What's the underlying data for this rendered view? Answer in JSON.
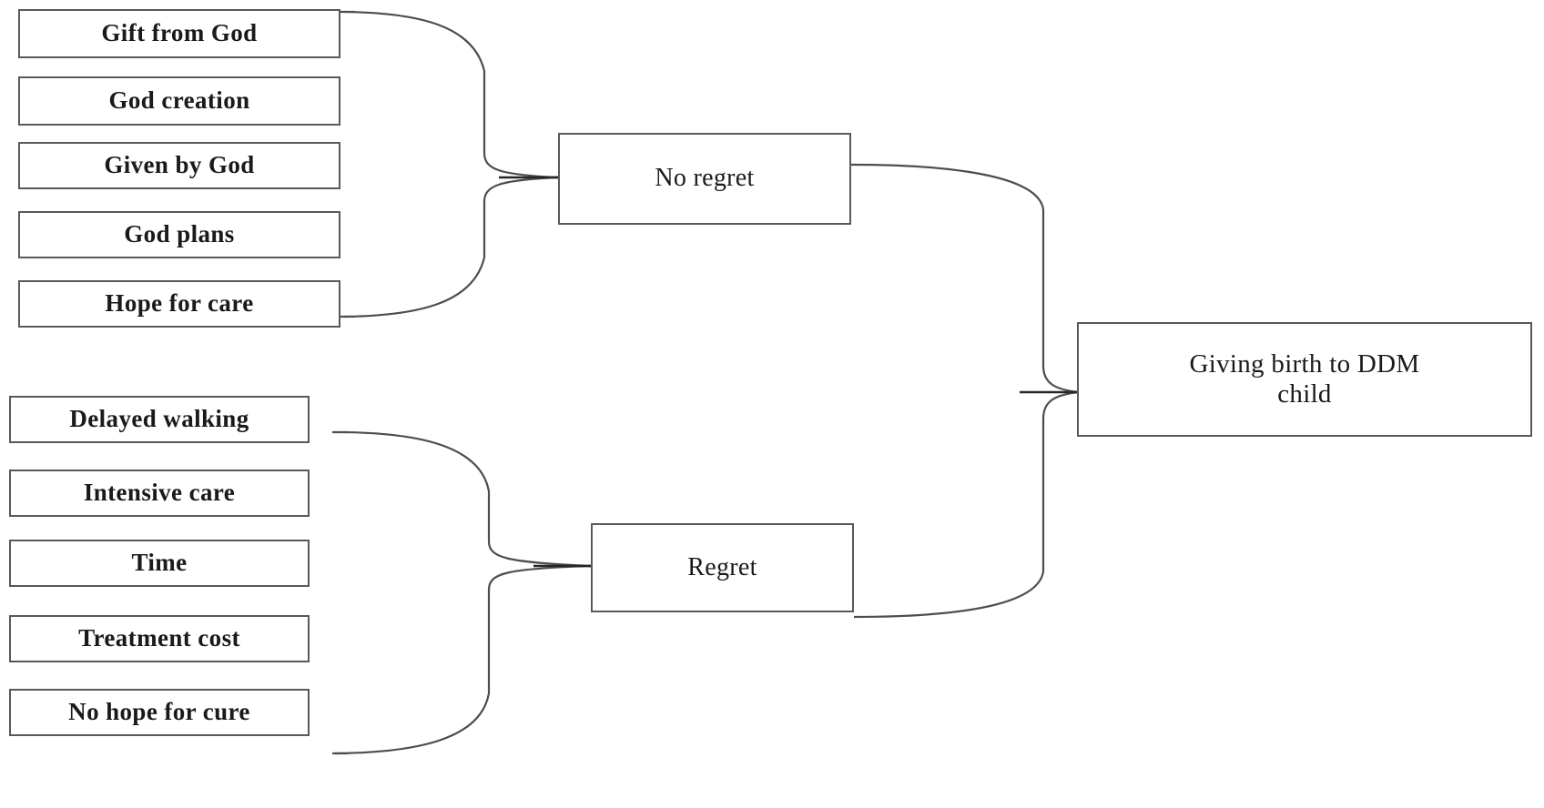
{
  "diagram": {
    "title": "Giving birth to DDM child",
    "type": "mind-map",
    "colors": {
      "box_border": "#595959",
      "connector": "#4d4d4d",
      "text": "#1a1a1a",
      "background": "#ffffff"
    },
    "root": {
      "label": "Giving birth to DDM child",
      "line1": "Giving birth to DDM",
      "line2": "child"
    },
    "branches": [
      {
        "id": "no-regret",
        "label": "No regret",
        "children": [
          {
            "label": "Gift from God"
          },
          {
            "label": "God creation"
          },
          {
            "label": "Given by God"
          },
          {
            "label": "God plans"
          },
          {
            "label": "Hope for care"
          }
        ]
      },
      {
        "id": "regret",
        "label": "Regret",
        "children": [
          {
            "label": "Delayed walking"
          },
          {
            "label": "Intensive care"
          },
          {
            "label": "Time"
          },
          {
            "label": "Treatment cost"
          },
          {
            "label": "No hope for cure"
          }
        ]
      }
    ]
  }
}
